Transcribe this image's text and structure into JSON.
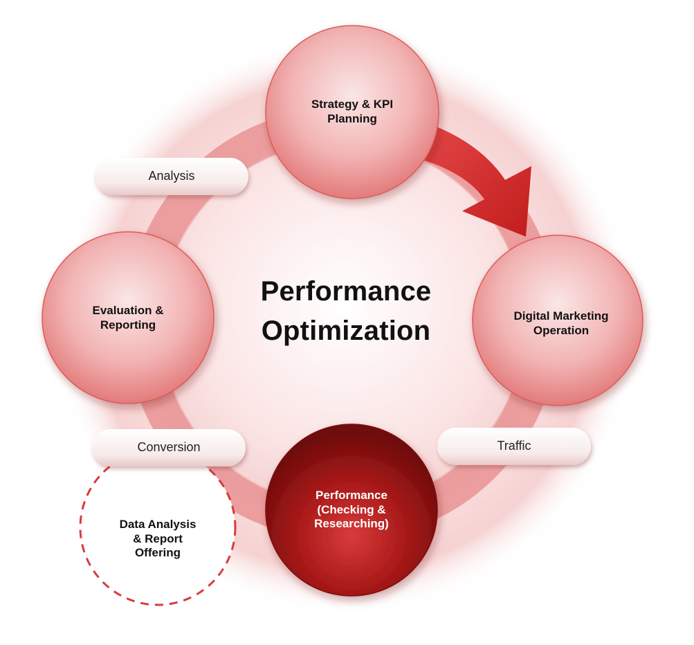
{
  "diagram": {
    "center_title_line1": "Performance",
    "center_title_line2": "Optimization",
    "nodes": [
      {
        "id": "strategy",
        "line1": "Strategy & KPI",
        "line2": "Planning",
        "line3": ""
      },
      {
        "id": "digital",
        "line1": "Digital Marketing",
        "line2": "Operation",
        "line3": ""
      },
      {
        "id": "performance",
        "line1": "Performance",
        "line2": "(Checking &",
        "line3": "Researching)"
      },
      {
        "id": "evaluation",
        "line1": "Evaluation &",
        "line2": "Reporting",
        "line3": ""
      },
      {
        "id": "data",
        "line1": "Data Analysis",
        "line2": "& Report",
        "line3": "Offering"
      }
    ],
    "pills": [
      {
        "id": "analysis",
        "label": "Analysis"
      },
      {
        "id": "traffic",
        "label": "Traffic"
      },
      {
        "id": "conversion",
        "label": "Conversion"
      }
    ],
    "colors": {
      "ring": "#e46a6a",
      "arrow": "#d32a2a",
      "node_light": "#f2a3a3",
      "node_dark": "#8e1111",
      "dashed": "#d63c3c"
    }
  }
}
